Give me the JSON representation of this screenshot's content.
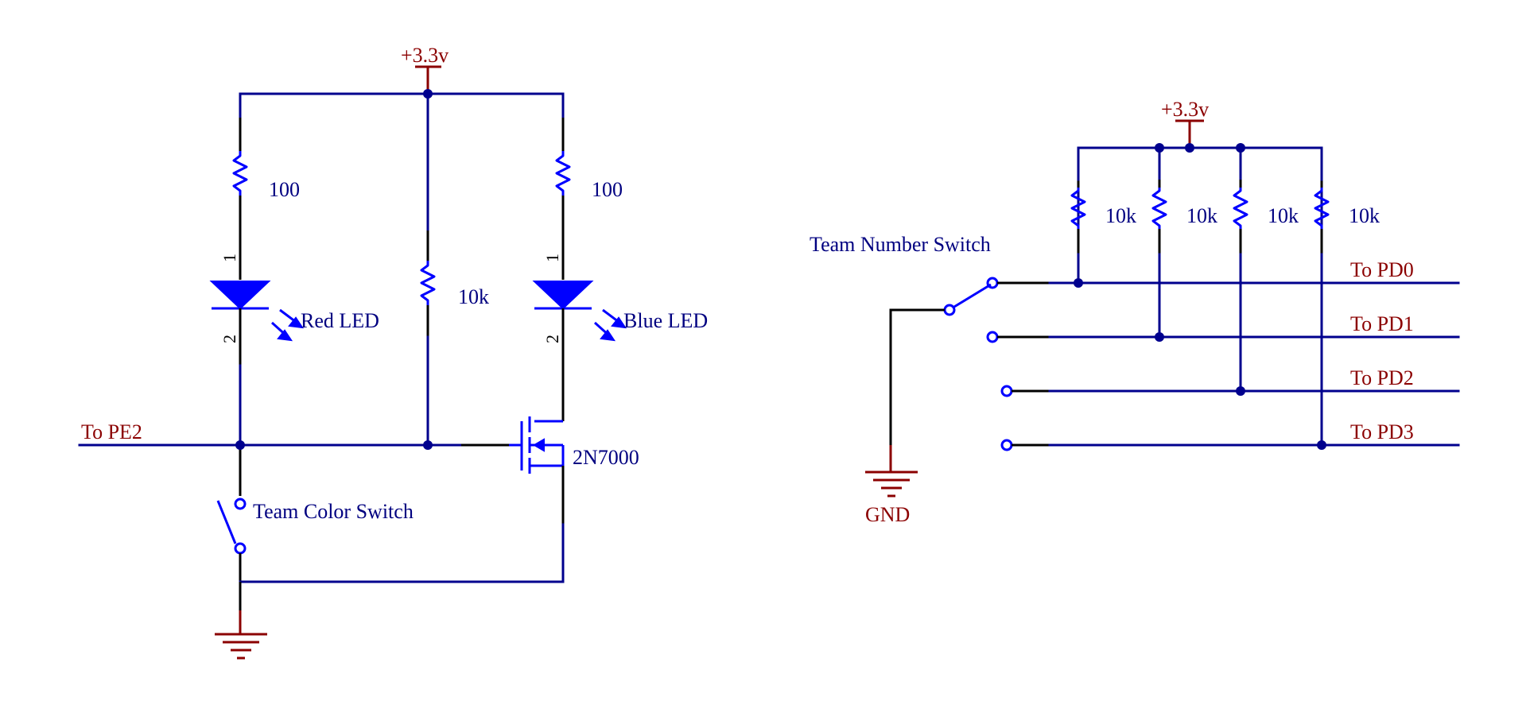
{
  "colors": {
    "wire": "#00008e",
    "component": "#0000ff",
    "power": "#8b0000",
    "lead": "#000000",
    "background": "#ffffff"
  },
  "left_circuit": {
    "supply_label": "+3.3v",
    "resistor_red_value": "100",
    "resistor_blue_value": "100",
    "resistor_gate_value": "10k",
    "red_led_label": "Red LED",
    "blue_led_label": "Blue LED",
    "pin1": "1",
    "pin2": "2",
    "net_label": "To PE2",
    "mosfet_label": "2N7000",
    "switch_label": "Team Color Switch",
    "ground_icon": "ground-icon"
  },
  "right_circuit": {
    "supply_label": "+3.3v",
    "resistor_values": [
      "10k",
      "10k",
      "10k",
      "10k"
    ],
    "switch_label": "Team Number Switch",
    "outputs": [
      "To PD0",
      "To PD1",
      "To PD2",
      "To PD3"
    ],
    "ground_label": "GND"
  }
}
